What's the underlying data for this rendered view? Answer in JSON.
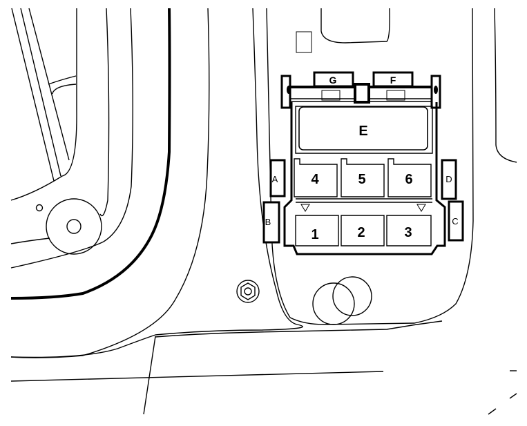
{
  "diagram": {
    "title": "",
    "colors": {
      "line": "#000000",
      "background": "#ffffff"
    },
    "connectors": {
      "top": [
        {
          "id": "G",
          "label": "G"
        },
        {
          "id": "F",
          "label": "F"
        }
      ],
      "main": {
        "id": "E",
        "label": "E"
      },
      "upper_row": [
        {
          "id": "4",
          "label": "4"
        },
        {
          "id": "5",
          "label": "5"
        },
        {
          "id": "6",
          "label": "6"
        }
      ],
      "lower_row": [
        {
          "id": "1",
          "label": "1"
        },
        {
          "id": "2",
          "label": "2"
        },
        {
          "id": "3",
          "label": "3"
        }
      ],
      "side_tabs": [
        {
          "id": "A",
          "label": "A",
          "side": "left-upper"
        },
        {
          "id": "B",
          "label": "B",
          "side": "left-lower"
        },
        {
          "id": "D",
          "label": "D",
          "side": "right-upper"
        },
        {
          "id": "C",
          "label": "C",
          "side": "right-lower"
        }
      ]
    },
    "features": [
      {
        "name": "hex-bolt"
      },
      {
        "name": "round-access-hole"
      },
      {
        "name": "mounting-boss"
      }
    ]
  }
}
